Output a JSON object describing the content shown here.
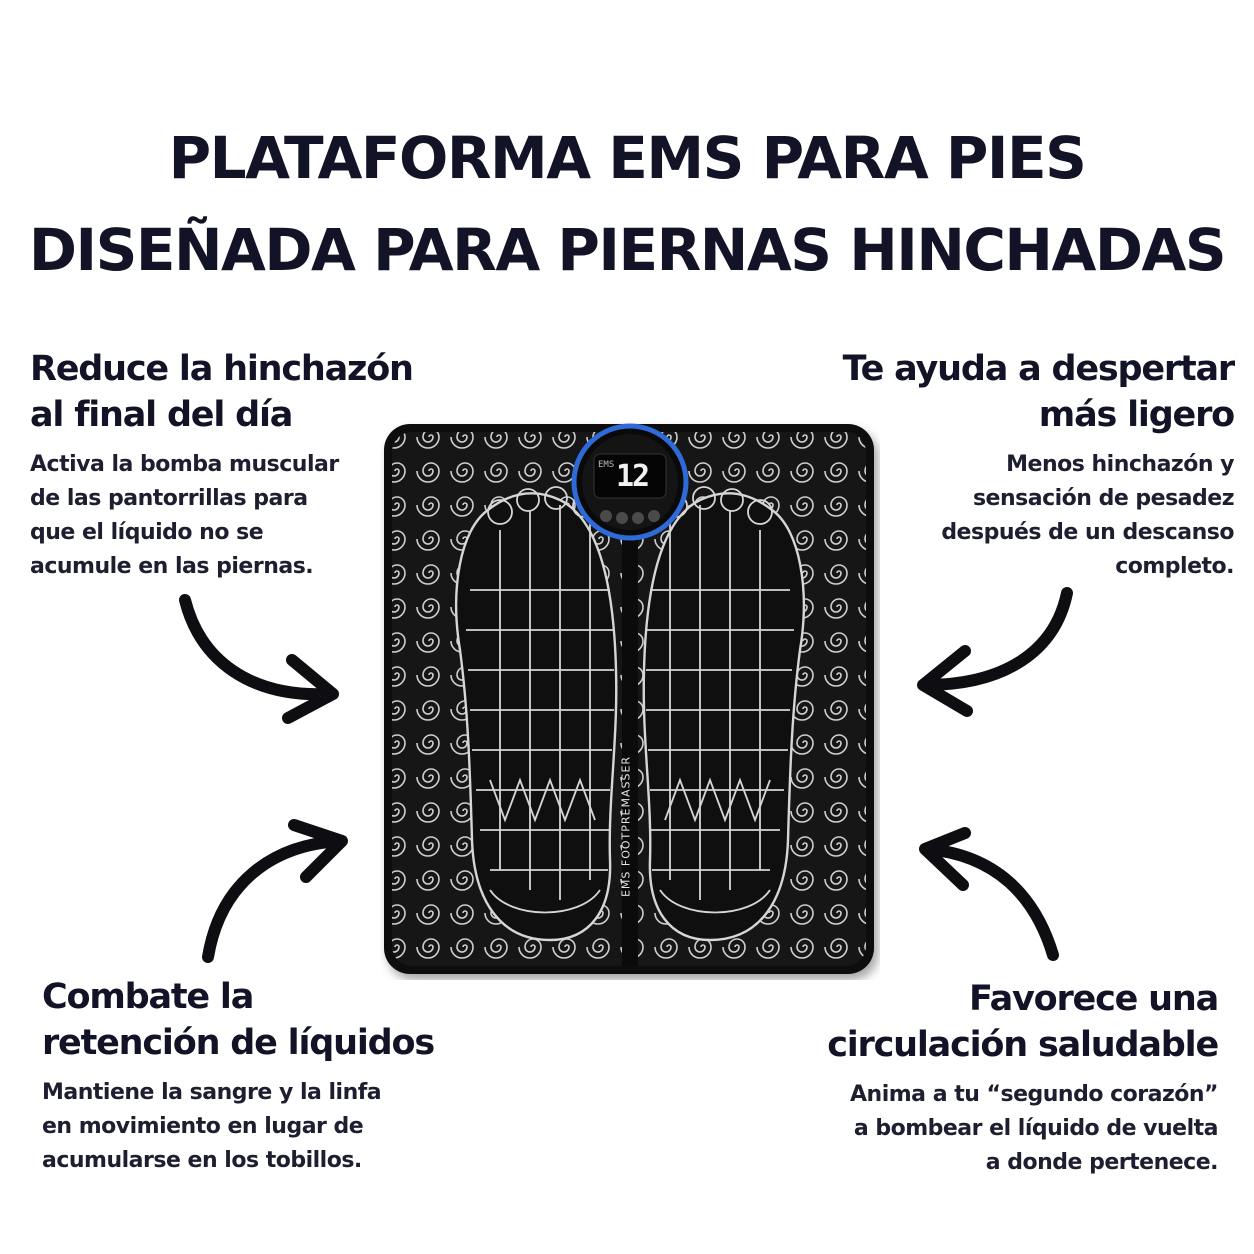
{
  "title": {
    "line1": "PLATAFORMA EMS PARA PIES",
    "line2": "DISEÑADA PARA PIERNAS HINCHADAS"
  },
  "features": {
    "top_left": {
      "heading": [
        "Reduce la hinchazón",
        "al final del día"
      ],
      "body": [
        "Activa la bomba muscular",
        "de las pantorrillas para",
        "que el líquido no se",
        "acumule en las piernas."
      ]
    },
    "top_right": {
      "heading": [
        "Te ayuda a despertar",
        "más ligero"
      ],
      "body": [
        "Menos hinchazón y",
        "sensación de pesadez",
        "después de un descanso",
        "completo."
      ]
    },
    "bottom_left": {
      "heading": [
        "Combate la",
        "retención de líquidos"
      ],
      "body": [
        "Mantiene la sangre y la linfa",
        "en movimiento en lugar de",
        "acumularse en los tobillos."
      ]
    },
    "bottom_right": {
      "heading": [
        "Favorece una",
        "circulación saludable"
      ],
      "body": [
        "Anima a tu “segundo corazón”",
        "a bombear el líquido de vuelta",
        "a donde pertenece."
      ]
    }
  },
  "device": {
    "display_value": "12",
    "display_label": "EMS",
    "side_label": "EMS FOOTPREMASSER",
    "colors": {
      "mat": "#141414",
      "pattern": "#d8d8d8",
      "ring": "#2f6bd8"
    }
  },
  "icons": [
    "curved-arrow-icon"
  ]
}
